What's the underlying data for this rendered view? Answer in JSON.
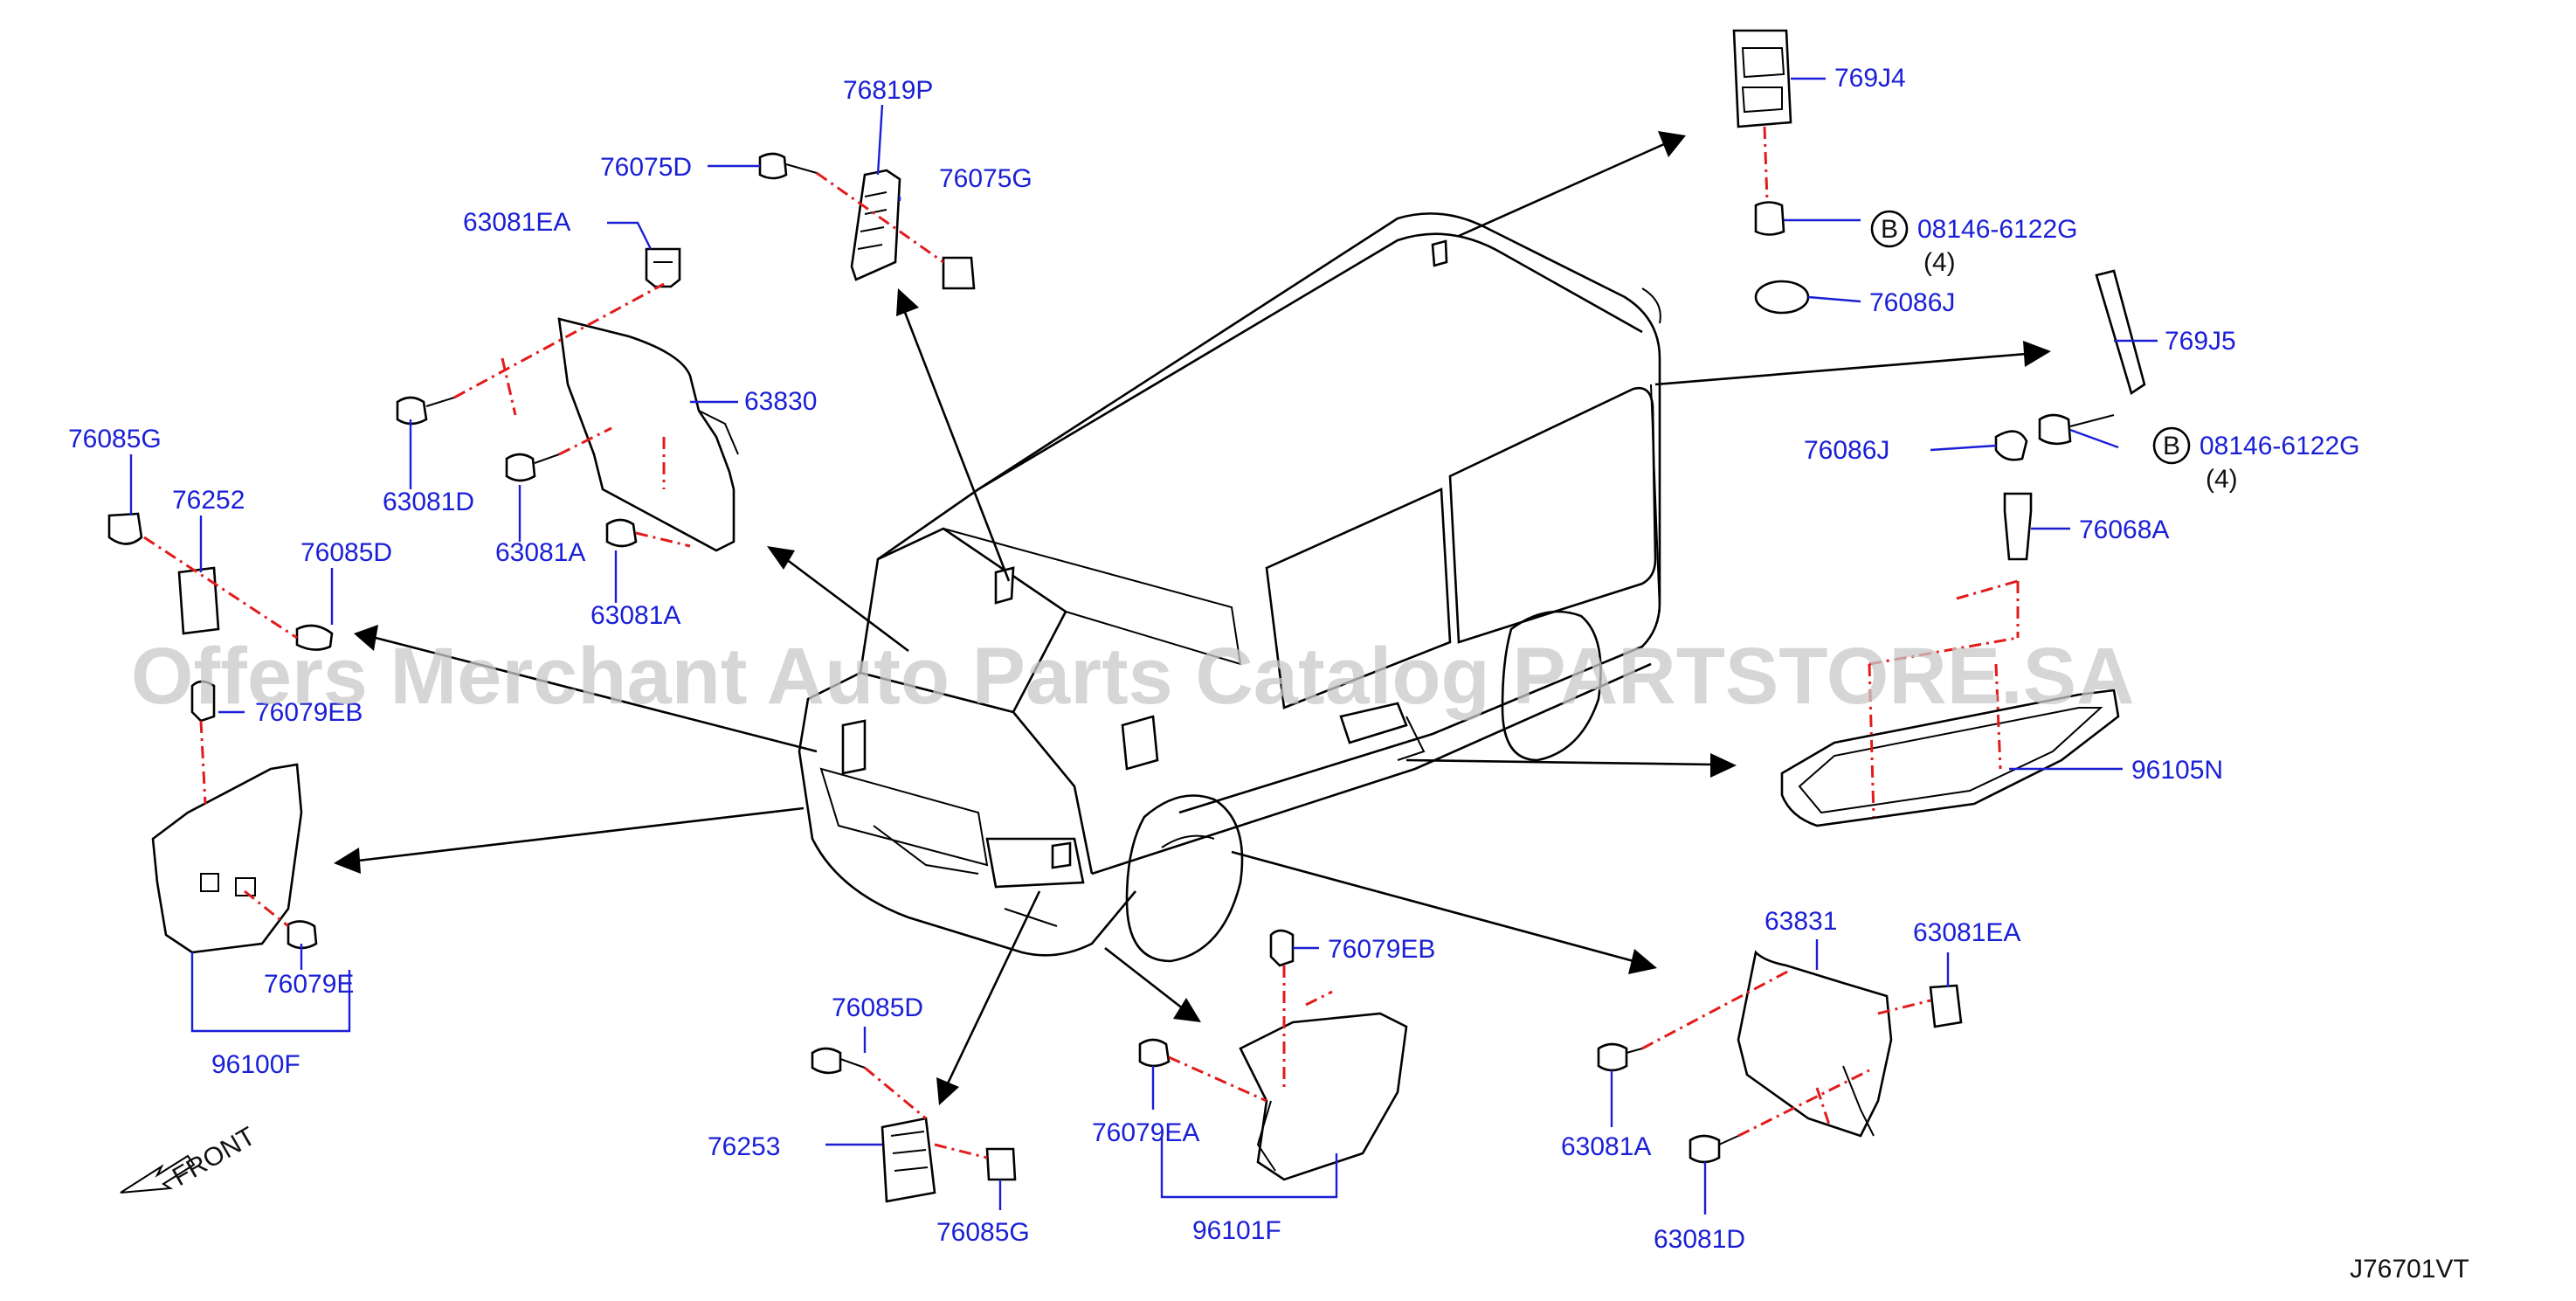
{
  "watermark": "Offers Merchant Auto Parts Catalog PARTSTORE.SA",
  "diagram_id": "J76701VT",
  "front_label": "FRONT",
  "colors": {
    "label": "#1a1fd6",
    "centerline": "#e21b1b",
    "line": "#000000",
    "watermark": "#c9c9c9"
  },
  "labels": {
    "p76819P": "76819P",
    "p76075D": "76075D",
    "p76075G": "76075G",
    "p63081EA_top": "63081EA",
    "p63830": "63830",
    "p63081D_top": "63081D",
    "p63081A_top1": "63081A",
    "p63081A_top2": "63081A",
    "p76085G_left": "76085G",
    "p76252": "76252",
    "p76085D_left": "76085D",
    "p76079EB_left": "76079EB",
    "p76079E": "76079E",
    "p96100F": "96100F",
    "p769J4": "769J4",
    "p08146_a": "08146-6122G",
    "qty_a": "(4)",
    "p76086J_a": "76086J",
    "p769J5": "769J5",
    "p76086J_b": "76086J",
    "p08146_b": "08146-6122G",
    "qty_b": "(4)",
    "p76068A": "76068A",
    "p96105N": "96105N",
    "p76085D_bot": "76085D",
    "p76253": "76253",
    "p76085G_bot": "76085G",
    "p76079EB_bot": "76079EB",
    "p76079EA": "76079EA",
    "p96101F": "96101F",
    "p63831": "63831",
    "p63081EA_right": "63081EA",
    "p63081A_right": "63081A",
    "p63081D_right": "63081D",
    "bolt_code_a": "B",
    "bolt_code_b": "B"
  }
}
